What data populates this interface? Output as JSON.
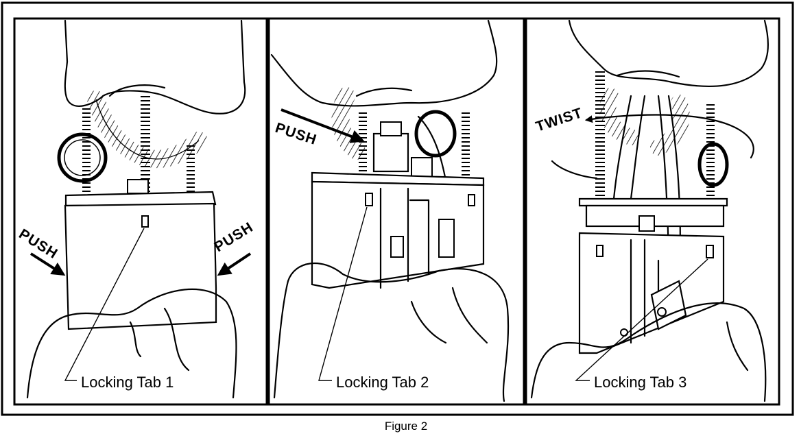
{
  "panels": [
    {
      "callout": "Locking Tab 1",
      "arrows": [
        "PUSH",
        "PUSH"
      ]
    },
    {
      "callout": "Locking Tab 2",
      "arrows": [
        "PUSH"
      ]
    },
    {
      "callout": "Locking Tab 3",
      "arrows": [
        "TWIST"
      ]
    }
  ],
  "caption": "Figure 2"
}
